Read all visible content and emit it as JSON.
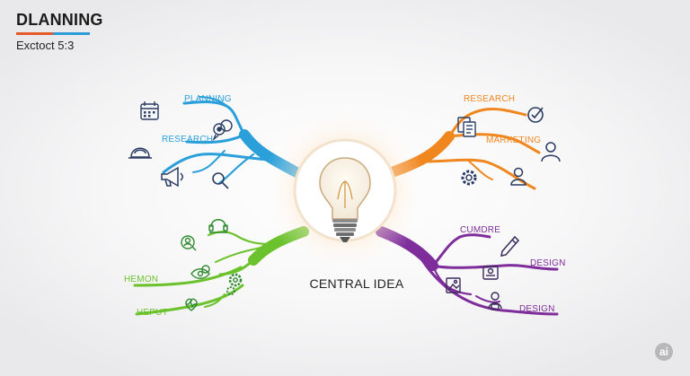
{
  "header": {
    "title": "DLANNING",
    "subtitle": "Exctoct 5:3"
  },
  "center": {
    "label": "CENTRAL IDEA"
  },
  "colors": {
    "blue": "#2a9fd9",
    "orange": "#f0861e",
    "green": "#6cc22d",
    "purple": "#7e2d9b"
  },
  "branches": {
    "blue": [
      "PLANNING",
      "RESEARCH"
    ],
    "orange": [
      "RESEARCH",
      "MARKETING"
    ],
    "green": [
      "HEMON",
      "HEPUT"
    ],
    "purple": [
      "CUMDRE",
      "DESIGN",
      "DESIGN"
    ]
  },
  "icons": [
    "calendar-icon",
    "chat-bubbles-icon",
    "helmet-icon",
    "megaphone-icon",
    "magnifier-icon",
    "document-icon",
    "checkmark-icon",
    "user-icon",
    "gear-icon",
    "person-icon",
    "headset-icon",
    "user-search-icon",
    "eye-icon",
    "gears-icon",
    "heart-pulse-icon",
    "pencil-icon",
    "id-card-icon",
    "image-icon",
    "user-badge-icon"
  ],
  "watermark": "ai"
}
